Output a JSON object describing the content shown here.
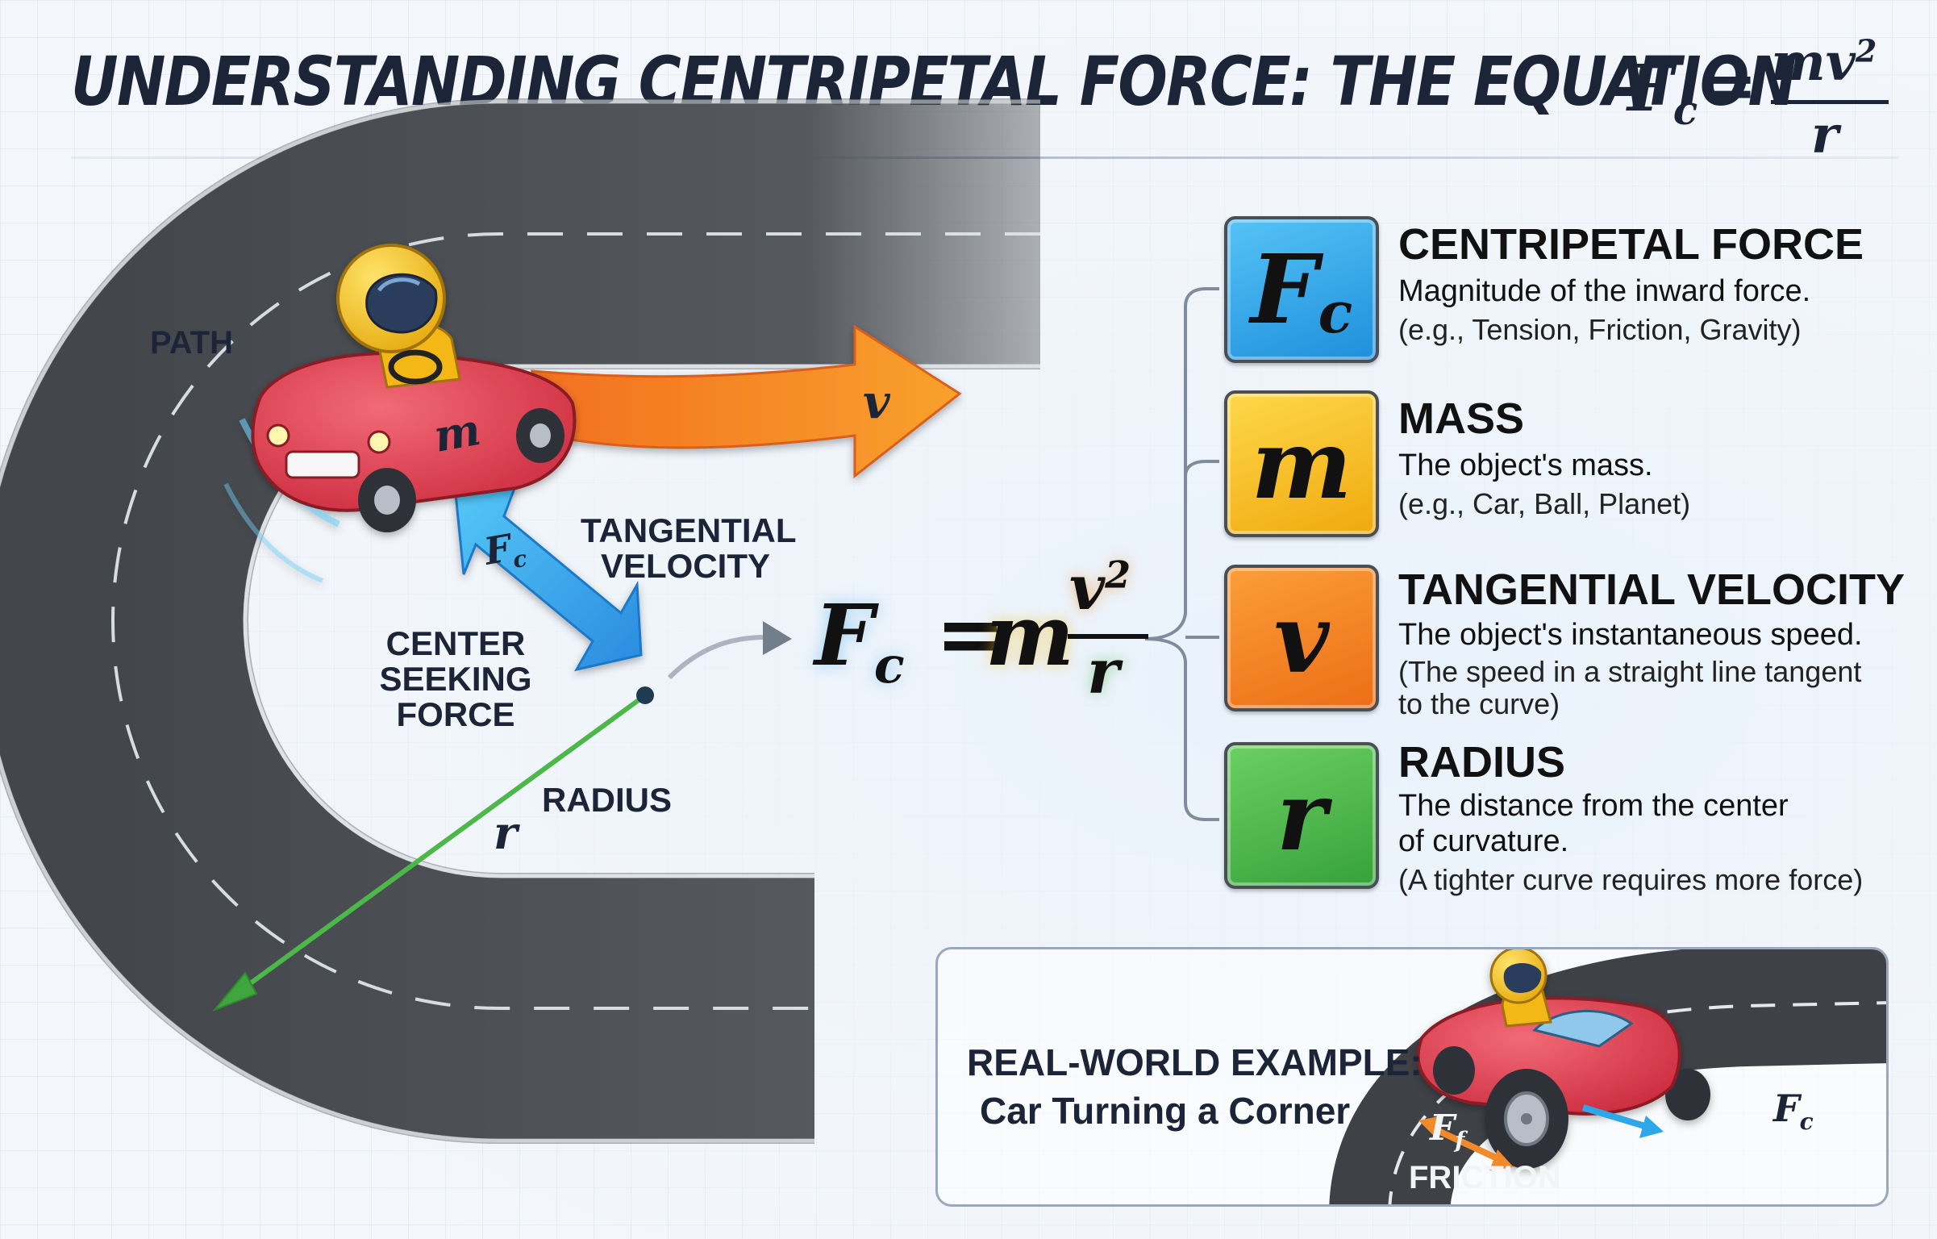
{
  "title": {
    "text": "UNDERSTANDING CENTRIPETAL FORCE: THE EQUATION",
    "eq_lhs": "F",
    "eq_lhs_sub": "c",
    "eq_num": "mv",
    "eq_num_sup": "2",
    "eq_den": "r"
  },
  "diagram": {
    "path_label": "PATH",
    "tangential_velocity_label": "TANGENTIAL VELOCITY",
    "center_seeking_label": "CENTER SEEKING FORCE",
    "radius_label": "RADIUS",
    "symbol_v": "v",
    "symbol_m": "m",
    "symbol_fc": "F",
    "symbol_fc_sub": "c",
    "symbol_r": "r"
  },
  "center_equation": {
    "lhs": "F",
    "lhs_sub": "c",
    "m": "m",
    "num": "v",
    "num_sup": "2",
    "den": "r"
  },
  "definitions": [
    {
      "symbol": "F",
      "symbol_sub": "c",
      "color": "#2ea6ea",
      "title": "CENTRIPETAL FORCE",
      "line1": "Magnitude of the inward force.",
      "line2": "(e.g., Tension, Friction, Gravity)",
      "line3": ""
    },
    {
      "symbol": "m",
      "symbol_sub": "",
      "color": "#f6bd1c",
      "title": "MASS",
      "line1": "The object's mass.",
      "line2": "(e.g., Car, Ball, Planet)",
      "line3": ""
    },
    {
      "symbol": "v",
      "symbol_sub": "",
      "color": "#f58b1f",
      "title": "TANGENTIAL VELOCITY",
      "line1": "The object's instantaneous speed.",
      "line2": "(The speed in a straight line tangent",
      "line3": "to the curve)"
    },
    {
      "symbol": "r",
      "symbol_sub": "",
      "color": "#4cb84a",
      "title": "RADIUS",
      "line1": "The distance from the center",
      "line2": "of curvature.",
      "line3": "(A tighter curve requires more force)"
    }
  ],
  "example": {
    "heading": "REAL-WORLD EXAMPLE:",
    "subheading": "Car Turning a Corner",
    "friction_label": "FRICTION",
    "ff_symbol": "F",
    "ff_sub": "f",
    "fc_symbol": "F",
    "fc_sub": "c"
  },
  "colors": {
    "blue": "#2ea6ea",
    "yellow": "#f6bd1c",
    "orange": "#f58b1f",
    "green": "#4cb84a",
    "road": "#4a4d52",
    "car_red": "#e23a4a",
    "helmet": "#f6c51a"
  }
}
